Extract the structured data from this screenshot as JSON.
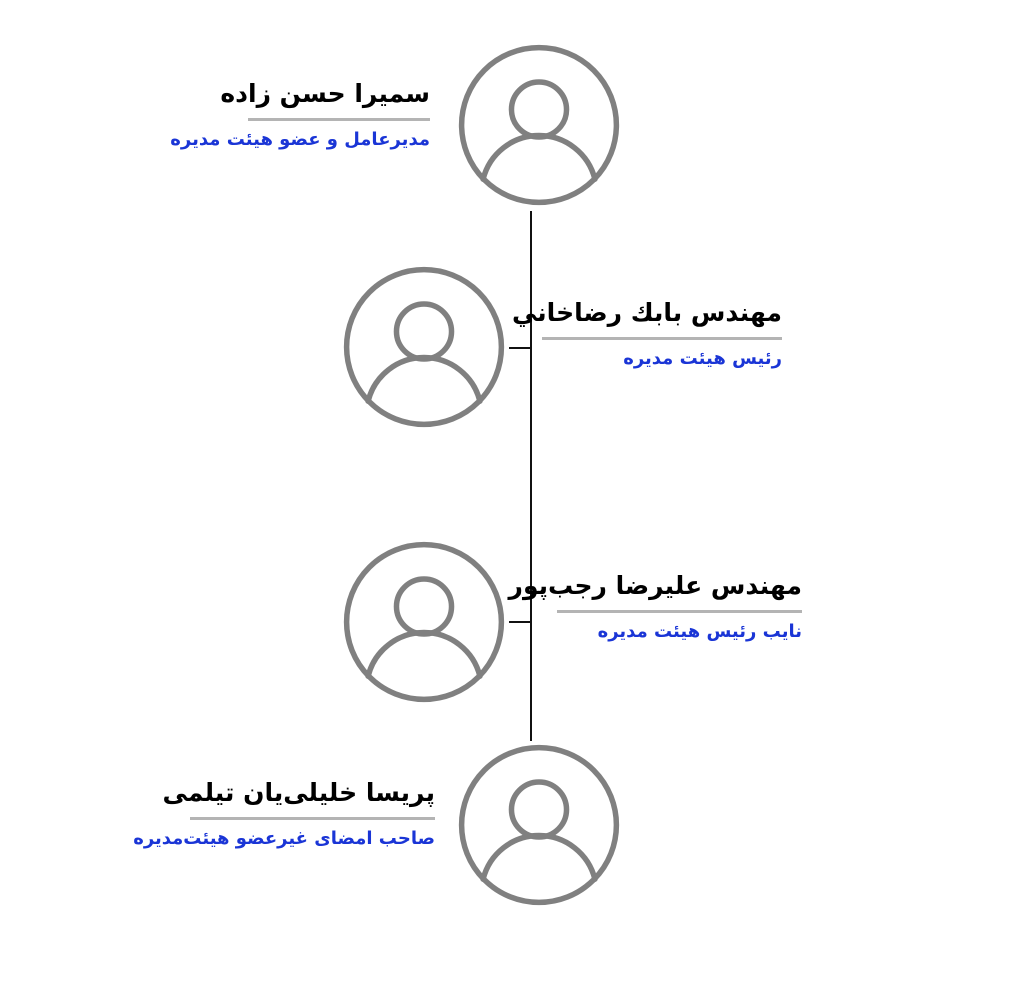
{
  "chart": {
    "type": "org-chart",
    "direction": "rtl",
    "language": "fa",
    "background_color": "#ffffff",
    "name_color": "#000000",
    "title_color": "#1a35d6",
    "divider_color": "#b4b4b4",
    "avatar_color": "#808080",
    "connector_color": "#111111",
    "avatar_icon": "person-avatar-icon",
    "nodes": [
      {
        "id": "node-1",
        "name": "سمیرا حسن زاده",
        "title": "مدیرعامل و عضو هیئت مدیره",
        "text_side": "right-of-text-left-of-avatar",
        "avatar_position": "right"
      },
      {
        "id": "node-2",
        "name": "مهندس بابك رضاخاني",
        "title": "رئیس هیئت مدیره",
        "text_side": "right-of-avatar",
        "avatar_position": "left"
      },
      {
        "id": "node-3",
        "name": "مهندس علیرضا رجب‌پور",
        "title": "نایب رئیس هیئت مدیره",
        "text_side": "right-of-avatar",
        "avatar_position": "left"
      },
      {
        "id": "node-4",
        "name": "پریسا خلیلی‌یان تیلمی",
        "title": "صاحب امضای غیرعضو هیئت‌مدیره",
        "text_side": "left-of-avatar",
        "avatar_position": "right"
      }
    ]
  }
}
